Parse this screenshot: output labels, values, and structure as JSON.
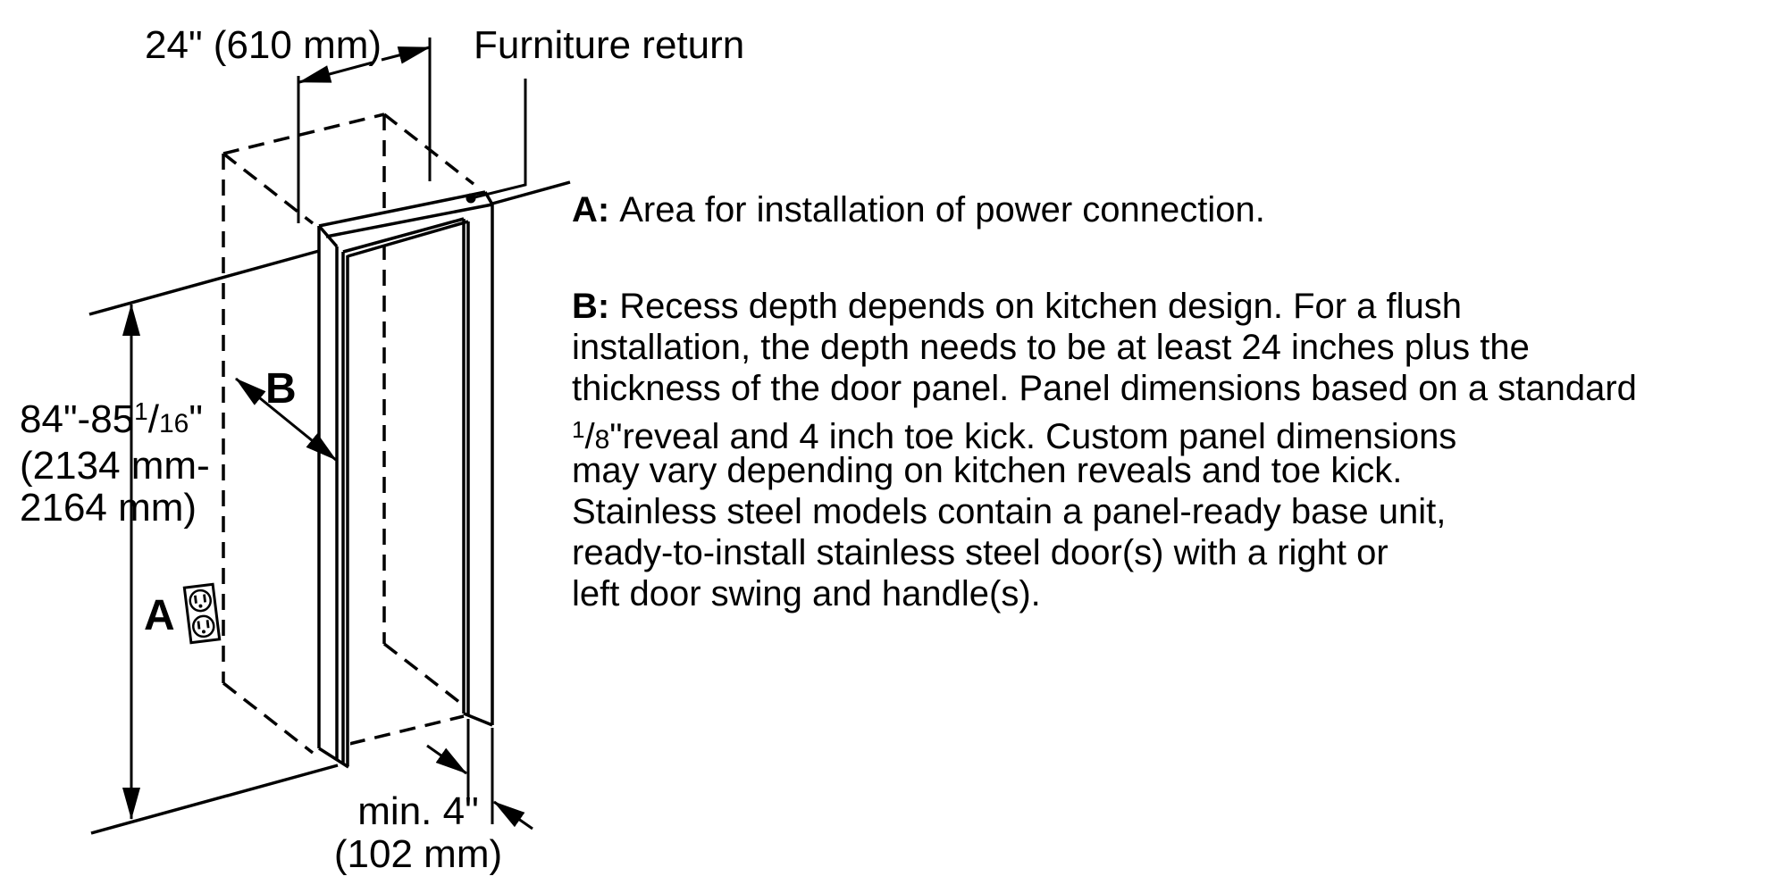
{
  "colors": {
    "line": "#000000",
    "background": "#ffffff"
  },
  "diagram": {
    "depth_dimension": {
      "label": "24\" (610 mm)"
    },
    "furniture_return_label": "Furniture return",
    "height_dimension": {
      "pre": "84\"-85",
      "sup": "1",
      "slash": "/",
      "denom": "16",
      "post": "\"",
      "line2": "(2134 mm-",
      "line3": "2164 mm)"
    },
    "power_label": "A",
    "recess_label": "B",
    "toekick_dimension": {
      "line1": "min. 4\"",
      "line2": "(102 mm)"
    },
    "icons": {
      "outlet": "duplex-power-outlet"
    }
  },
  "notes": {
    "a": {
      "prefix": "A:",
      "text": "Area for installation of power connection."
    },
    "b": {
      "prefix": "B:",
      "line1": "Recess depth depends on kitchen design. For a flush",
      "line2": "installation, the depth needs to be at least 24 inches plus the",
      "line3": "thickness of the door panel. Panel dimensions based on a standard",
      "line4_sup": "1",
      "line4_slash": "/",
      "line4_denom": "8",
      "line4_rest": "\"reveal and 4 inch toe kick. Custom panel dimensions",
      "line5": "may vary depending on kitchen reveals and toe kick.",
      "line6": "Stainless steel models contain a panel-ready base unit,",
      "line7": "ready-to-install stainless steel door(s) with a right or",
      "line8": "left door swing and handle(s)."
    }
  }
}
